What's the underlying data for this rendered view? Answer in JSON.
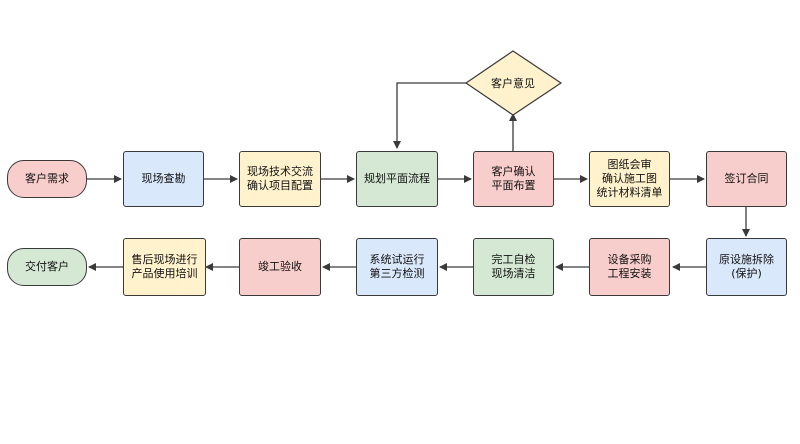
{
  "colors": {
    "pink": "#f8cecc",
    "blue": "#dae8fc",
    "yellow": "#fff2cc",
    "green": "#d5e8d4",
    "stroke": "#3a3a3a"
  },
  "nodes": {
    "customer_demand": "客户需求",
    "site_survey": "现场查勘",
    "tech_exchange": "现场技术交流\n确认项目配置",
    "plan_layout": "规划平面流程",
    "confirm_layout": "客户确认\n平面布置",
    "drawing_review": "图纸会审\n确认施工图\n统计材料清单",
    "sign_contract": "签订合同",
    "customer_feedback": "客户意见",
    "demolition": "原设施拆除\n(保护)",
    "procurement": "设备采购\n工程安装",
    "completion": "完工自检\n现场清洁",
    "system_test": "系统试运行\n第三方检测",
    "acceptance": "竣工验收",
    "after_sales": "售后现场进行\n产品使用培训",
    "delivery": "交付客户"
  }
}
